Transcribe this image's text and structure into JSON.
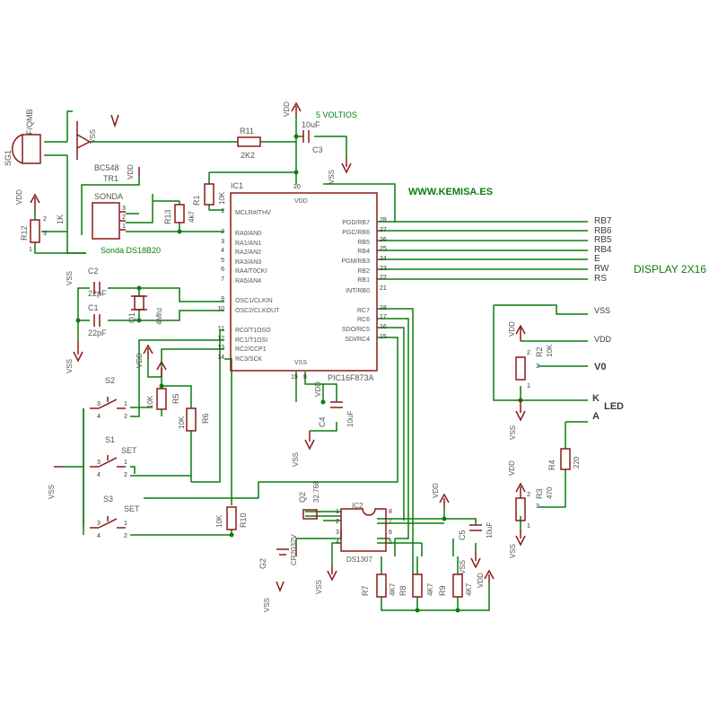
{
  "title": "DISPLAY 2X16",
  "website": "WWW.KEMISA.ES",
  "supply_label": "5 VOLTIOS",
  "ic1": {
    "ref": "IC1",
    "part": "PIC16F873A",
    "vdd": "VDD",
    "vss": "VSS",
    "left_pins": [
      {
        "num": "1",
        "name": "MCLR#/THV"
      },
      {
        "num": "2",
        "name": "RA0/AN0"
      },
      {
        "num": "3",
        "name": "RA1/AN1"
      },
      {
        "num": "4",
        "name": "RA2/AN2"
      },
      {
        "num": "5",
        "name": "RA3/AN3"
      },
      {
        "num": "6",
        "name": "RA4/T0CKI"
      },
      {
        "num": "7",
        "name": "RA5/AN4"
      },
      {
        "num": "9",
        "name": "OSC1/CLKIN"
      },
      {
        "num": "10",
        "name": "OSC2/CLKOUT"
      },
      {
        "num": "11",
        "name": "RC0/T1OSO"
      },
      {
        "num": "12",
        "name": "RC1/T1OSI"
      },
      {
        "num": "13",
        "name": "RC2/CCP1"
      },
      {
        "num": "14",
        "name": "RC3/SCK"
      }
    ],
    "right_pins": [
      {
        "num": "28",
        "name": "PGD/RB7"
      },
      {
        "num": "27",
        "name": "PGC/RB6"
      },
      {
        "num": "26",
        "name": "RB5"
      },
      {
        "num": "25",
        "name": "RB4"
      },
      {
        "num": "24",
        "name": "PGM/RB3"
      },
      {
        "num": "23",
        "name": "RB2"
      },
      {
        "num": "22",
        "name": "RB1"
      },
      {
        "num": "21",
        "name": "INT/RB0"
      },
      {
        "num": "18",
        "name": "RC7"
      },
      {
        "num": "17",
        "name": "RC6"
      },
      {
        "num": "16",
        "name": "SDO/RC5"
      },
      {
        "num": "15",
        "name": "SDI/RC4"
      }
    ],
    "top_pin": "20",
    "bottom_pins": [
      "19",
      "8"
    ]
  },
  "display_lines": [
    "RB7",
    "RB6",
    "RB5",
    "RB4",
    "E",
    "RW",
    "RS"
  ],
  "lcd_pins": {
    "vss": "VSS",
    "vdd": "VDD",
    "v0": "V0",
    "k": "K",
    "led": "LED",
    "a": "A"
  },
  "ic2": {
    "ref": "IC2",
    "part": "DS1307",
    "pins": [
      "1",
      "2",
      "3",
      "4",
      "5",
      "6",
      "7",
      "8"
    ]
  },
  "components": {
    "sg1": {
      "ref": "SG1",
      "value": "F/QMB"
    },
    "tr1": {
      "ref": "TR1",
      "value": "BC548",
      "pin": "VSS"
    },
    "r11": {
      "ref": "R11",
      "value": "2K2"
    },
    "c3": {
      "ref": "C3",
      "value": "10uF"
    },
    "r1": {
      "ref": "R1",
      "value": "10K"
    },
    "r12": {
      "ref": "R12",
      "value": "1K"
    },
    "r13": {
      "ref": "R13",
      "value": "4k7"
    },
    "sonda": {
      "label": "SONDA",
      "caption": "Sonda DS18B20",
      "pins": [
        "3",
        "2",
        "1"
      ]
    },
    "c2": {
      "ref": "C2",
      "value": "22pF"
    },
    "c1": {
      "ref": "C1",
      "value": "22pF"
    },
    "q1": {
      "ref": "Q1",
      "value": "4Mhz"
    },
    "s1": {
      "ref": "S1",
      "value": "SET"
    },
    "s2": {
      "ref": "S2"
    },
    "s3": {
      "ref": "S3",
      "value": "SET"
    },
    "r5": {
      "ref": "R5",
      "value": "10K"
    },
    "r6": {
      "ref": "R6",
      "value": "10K"
    },
    "r10": {
      "ref": "R10",
      "value": "10K"
    },
    "c4": {
      "ref": "C4",
      "value": "10uF"
    },
    "q2": {
      "ref": "Q2",
      "value": "32.768"
    },
    "c5": {
      "ref": "C5",
      "value": "10uF"
    },
    "g2": {
      "ref": "G2",
      "value": "CR2032V"
    },
    "r7": {
      "ref": "R7",
      "value": "4K7"
    },
    "r8": {
      "ref": "R8",
      "value": "4K7"
    },
    "r9": {
      "ref": "R9",
      "value": "4K7"
    },
    "r2": {
      "ref": "R2",
      "value": "10K"
    },
    "r3": {
      "ref": "R3",
      "value": "470"
    },
    "r4": {
      "ref": "R4",
      "value": "220"
    }
  },
  "supply": {
    "vdd": "VDD",
    "vss": "VSS"
  },
  "switch_pins": [
    "1",
    "2",
    "3",
    "4"
  ],
  "pot_pins": [
    "1",
    "2",
    "3"
  ]
}
